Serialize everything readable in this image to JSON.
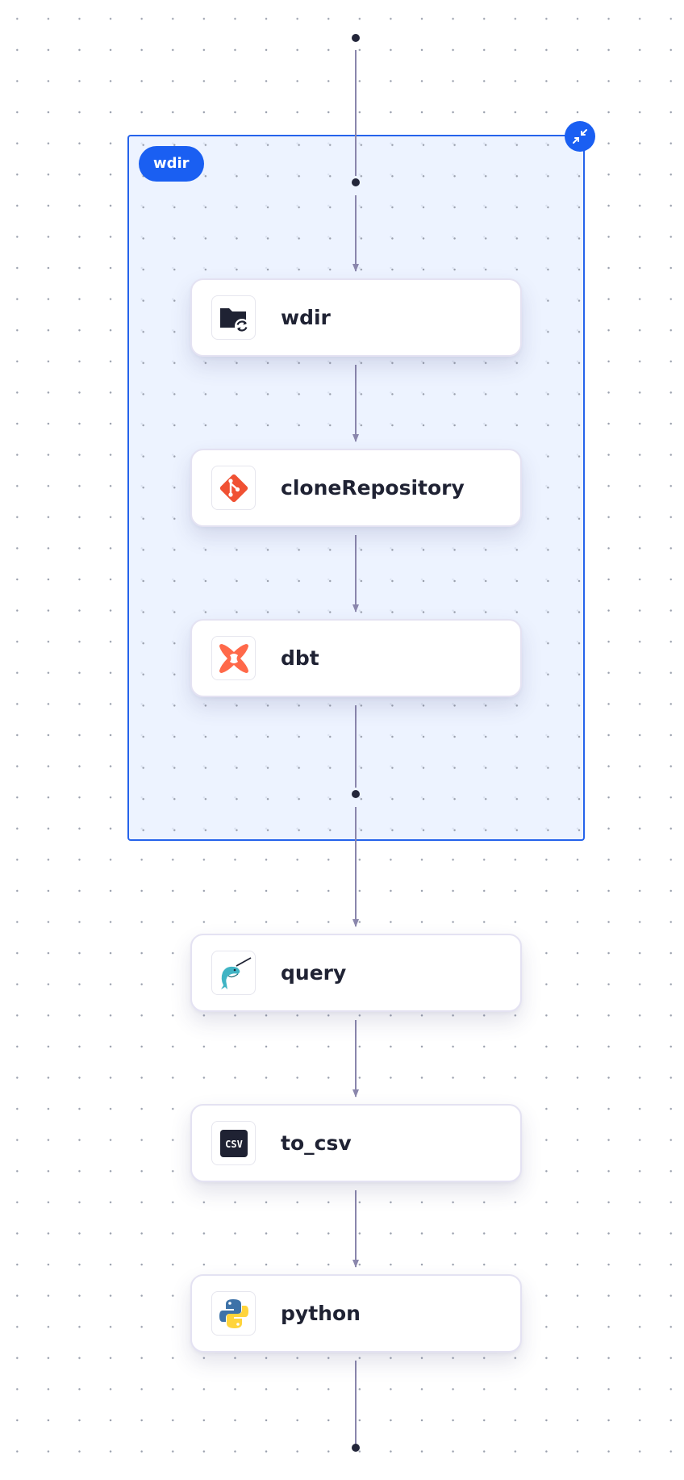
{
  "group": {
    "label": "wdir"
  },
  "nodes": [
    {
      "label": "wdir",
      "icon": "folder-sync-icon"
    },
    {
      "label": "cloneRepository",
      "icon": "git-icon"
    },
    {
      "label": "dbt",
      "icon": "dbt-icon"
    },
    {
      "label": "query",
      "icon": "narwhal-icon"
    },
    {
      "label": "to_csv",
      "icon": "csv-icon"
    },
    {
      "label": "python",
      "icon": "python-icon"
    }
  ],
  "colors": {
    "accent": "#1a5ff2",
    "edge": "#8a86ac",
    "git": "#f05133",
    "dbt": "#ff694a",
    "narwhal": "#3fb4c4",
    "python_blue": "#3d72a8",
    "python_yellow": "#ffd43b"
  }
}
